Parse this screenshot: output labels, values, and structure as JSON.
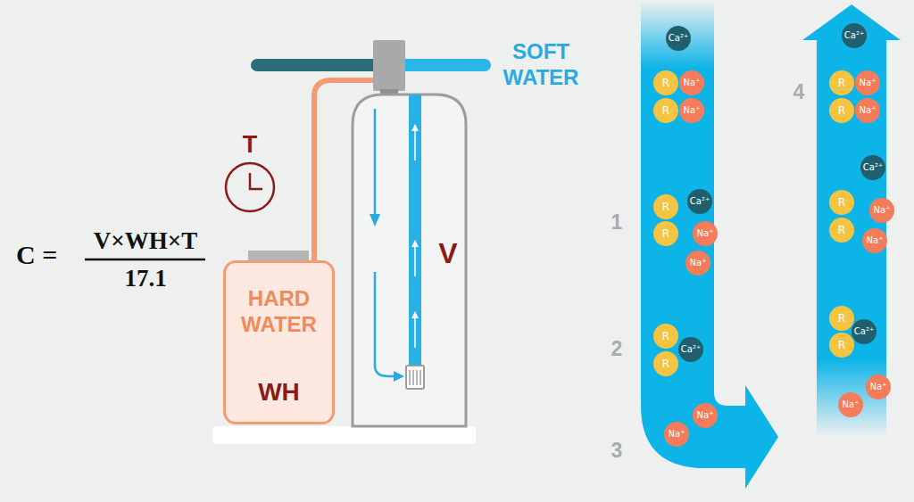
{
  "diagram": {
    "nodes": [
      {
        "text": [
          "HARD WATER",
          "WH"
        ]
      },
      {
        "text": [
          "V"
        ]
      },
      {
        "text": [
          "Ca²⁺"
        ]
      },
      {
        "text": [
          "R"
        ]
      },
      {
        "text": [
          "Na⁺"
        ]
      },
      {
        "text": [
          "R"
        ]
      },
      {
        "text": [
          "Na⁺"
        ]
      },
      {
        "text": [
          "R"
        ]
      },
      {
        "text": [
          "Ca²⁺"
        ]
      },
      {
        "text": [
          "R"
        ]
      },
      {
        "text": [
          "Na⁺"
        ]
      },
      {
        "text": [
          "Na⁺"
        ]
      },
      {
        "text": [
          "R"
        ]
      },
      {
        "text": [
          "Ca²⁺"
        ]
      },
      {
        "text": [
          "R"
        ]
      },
      {
        "text": [
          "Na⁺"
        ]
      },
      {
        "text": [
          "Na⁺"
        ]
      },
      {
        "text": [
          "Ca²⁺"
        ]
      },
      {
        "text": [
          "R"
        ]
      },
      {
        "text": [
          "Na⁺"
        ]
      },
      {
        "text": [
          "R"
        ]
      },
      {
        "text": [
          "Na⁺"
        ]
      },
      {
        "text": [
          "Ca²⁺"
        ]
      },
      {
        "text": [
          "R"
        ]
      },
      {
        "text": [
          "Na⁺"
        ]
      },
      {
        "text": [
          "R"
        ]
      },
      {
        "text": [
          "Na⁺"
        ]
      },
      {
        "text": [
          "R"
        ]
      },
      {
        "text": [
          "Ca²⁺"
        ]
      },
      {
        "text": [
          "R"
        ]
      },
      {
        "text": [
          "Na⁺"
        ]
      },
      {
        "text": [
          "Na⁺"
        ]
      }
    ],
    "labels": [
      "C =",
      "V×WH×T",
      "17.1",
      "T",
      "SOFT WATER",
      "1",
      "2",
      "3",
      "4"
    ]
  }
}
